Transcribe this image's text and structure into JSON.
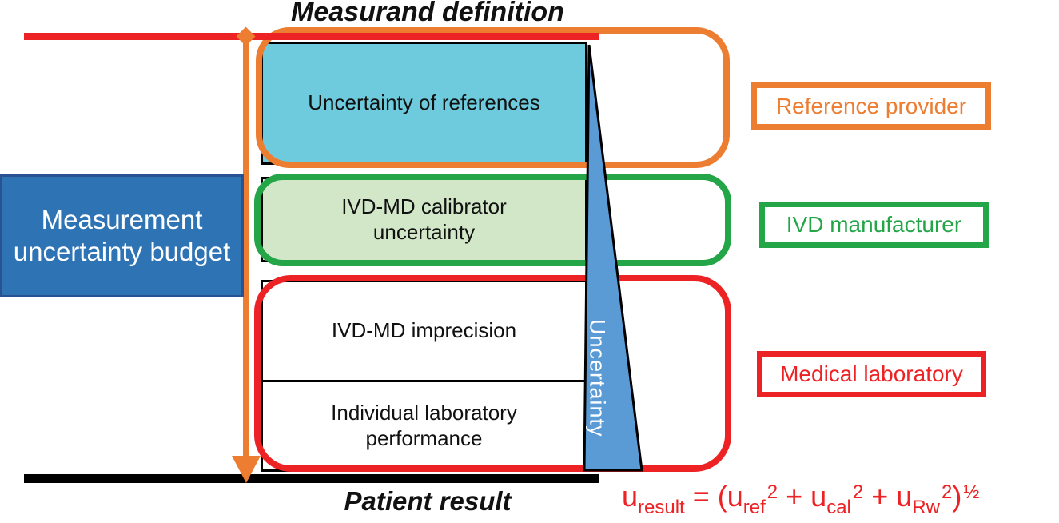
{
  "diagram": {
    "title": "Measurand definition",
    "bottom_axis_label": "Patient result",
    "budget_label": "Measurement uncertainty budget",
    "wedge_label": "Uncertainty",
    "stack_boxes": [
      {
        "name": "uncertainty-of-references",
        "label": "Uncertainty of references",
        "fill": "#6DCBDD",
        "owner": "Reference provider"
      },
      {
        "name": "ivd-md-calibrator-uncertainty",
        "label": "IVD-MD calibrator uncertainty",
        "fill": "#D2E7C8",
        "owner": "IVD manufacturer"
      },
      {
        "name": "ivd-md-imprecision",
        "label": "IVD-MD imprecision",
        "fill": "#FFFFFF",
        "owner": "Medical laboratory"
      },
      {
        "name": "individual-laboratory-performance",
        "label": "Individual laboratory performance",
        "fill": "#FFFFFF",
        "owner": "Medical laboratory"
      }
    ],
    "legend": [
      {
        "label": "Reference provider",
        "color": "#ED7D31"
      },
      {
        "label": "IVD manufacturer",
        "color": "#24A648"
      },
      {
        "label": "Medical laboratory",
        "color": "#EC2224"
      }
    ],
    "formula": {
      "full": "u_result = (u_ref² + u_cal² + u_Rw²)½",
      "color": "#EC2224",
      "parts": {
        "u1": "u",
        "sub1": "result",
        "eq": " = ",
        "open": "(u",
        "sub2": "ref",
        "sup2": "2",
        "plus1": " + u",
        "sub3": "cal",
        "sup3": "2",
        "plus2": " + u",
        "sub4": "Rw",
        "sup4": "2",
        "close": ")",
        "half": "½"
      }
    },
    "colors": {
      "top_line": "#EC2224",
      "bottom_line": "#000000",
      "budget_box_fill": "#2E74B5",
      "wedge_fill": "#5A9BD5",
      "arrow": "#ED7D31",
      "reference_outline": "#ED7D31",
      "manufacturer_outline": "#24A648",
      "laboratory_outline": "#EC2224"
    }
  }
}
